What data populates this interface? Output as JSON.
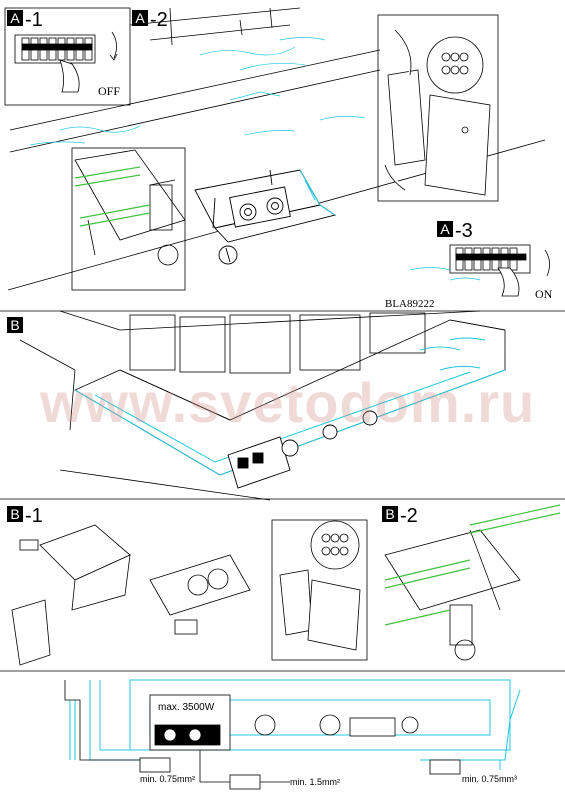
{
  "panels": {
    "a1": {
      "letter": "A",
      "suffix": "-1"
    },
    "a2": {
      "letter": "A",
      "suffix": "-2"
    },
    "a3": {
      "letter": "A",
      "suffix": "-3"
    },
    "b": {
      "letter": "B",
      "suffix": ""
    },
    "b1": {
      "letter": "B",
      "suffix": "-1"
    },
    "b2": {
      "letter": "B",
      "suffix": "-2"
    }
  },
  "labels": {
    "off": "OFF",
    "on": "ON",
    "model_code": "BLA89222",
    "max_power": "max. 3500W",
    "cable_left": "min. 0.75mm²",
    "cable_mid": "min. 1.5mm²",
    "cable_right": "min. 0.75mm³"
  },
  "watermark": "www.svetodom.ru",
  "colors": {
    "line": "#000000",
    "accent_cyan": "#21c7e0",
    "accent_green": "#3ec23e",
    "watermark": "#d2968c"
  }
}
